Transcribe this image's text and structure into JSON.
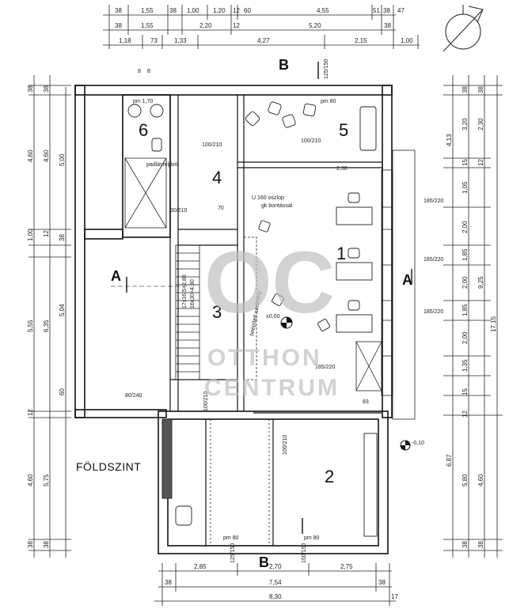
{
  "floor_label": "FÖLDSZINT",
  "watermark": {
    "logo": "OC",
    "line1": "OTTHON",
    "line2": "CENTRUM"
  },
  "rooms": [
    "1",
    "2",
    "3",
    "4",
    "5",
    "6"
  ],
  "section_marks": {
    "a_left": "A",
    "a_right": "A",
    "b_top": "B",
    "b_bottom": "B"
  },
  "top_dims": {
    "row1": [
      "38",
      "1,55",
      "38",
      "1,00",
      "1,20",
      "12",
      "60",
      "4,55",
      "51",
      "38",
      "47"
    ],
    "row2": [
      "38",
      "1,55",
      "2,20",
      "12",
      "5,20",
      "38"
    ],
    "row3": [
      "1,18",
      "73",
      "1,33",
      "4,27",
      "2,15",
      "1,00"
    ]
  },
  "left_dims": [
    "38",
    "38",
    "4,60",
    "4,60",
    "5,00",
    "1,00",
    "12",
    "38",
    "5,55",
    "6,35",
    "5,04",
    "60",
    "12",
    "4,60",
    "5,75",
    "38",
    "38"
  ],
  "right_dims": [
    "38",
    "38",
    "4,13",
    "3,20",
    "2,30",
    "15",
    "12",
    "1,05",
    "2,00",
    "1,85",
    "2,00",
    "1,85",
    "9,25",
    "17,15",
    "2,00",
    "1,35",
    "15",
    "12",
    "6,87",
    "5,80",
    "4,60",
    "38",
    "38"
  ],
  "bottom_dims": {
    "row1": [
      "2,85",
      "2,70",
      "2,75"
    ],
    "row2": [
      "38",
      "7,54",
      "38"
    ],
    "row3": [
      "8,30",
      "17"
    ]
  },
  "annotations": {
    "pm170": "pm 1,70",
    "pm80_a": "pm 80",
    "pm80_b": "pm 80",
    "pm80_c": "pm 80",
    "padlas": "padlásfeljáró",
    "oszlop": "U 160 oszlop",
    "oszlop2": "gk bontással",
    "beepitett": "beépített szekrény",
    "level": "±0,00",
    "level2": "-0,10",
    "lepcso1": "17x16,5=2,80",
    "lepcso2": "16x30=4,80",
    "d1": "100/210",
    "d2": "100/210",
    "d3": "30/210",
    "d4": "70",
    "d5": "80/240",
    "d6": "185/220",
    "d7": "185/220",
    "d8": "185/220",
    "d9": "185/220",
    "d10": "125/150",
    "d11": "2,30",
    "d12": "83",
    "d13": "100/210",
    "d14": "100/210",
    "d15": "150/150",
    "d16": "125/150",
    "d17": "8",
    "d18": "8"
  }
}
